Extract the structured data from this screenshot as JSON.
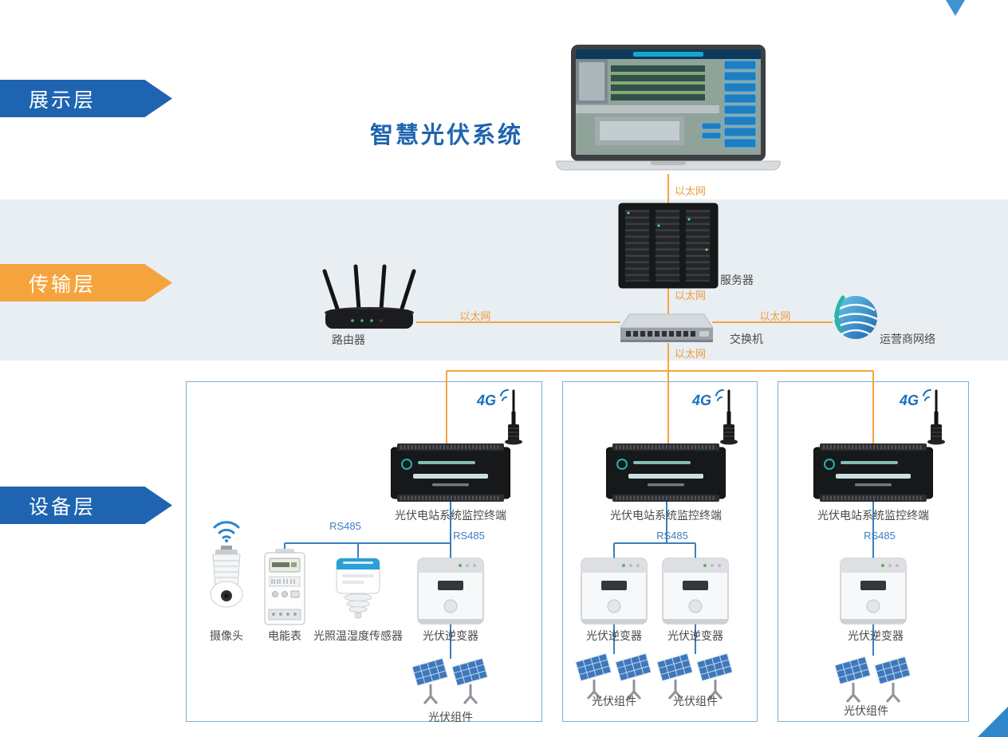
{
  "layers": {
    "display": {
      "label": "展示层"
    },
    "transmission": {
      "label": "传输层"
    },
    "device": {
      "label": "设备层"
    }
  },
  "display_layer": {
    "system_title": "智慧光伏系统"
  },
  "network": {
    "ethernet_label": "以太网",
    "rs485_label": "RS485"
  },
  "transmission_layer": {
    "router_label": "路由器",
    "server_label": "服务器",
    "switch_label": "交换机",
    "carrier_label": "运营商网络"
  },
  "device_layer": {
    "terminal_label": "光伏电站系统监控终端",
    "g4_label": "4G",
    "camera_label": "摄像头",
    "meter_label": "电能表",
    "sensor_label": "光照温湿度传感器",
    "inverter_label": "光伏逆变器",
    "pv_module_label": "光伏组件"
  },
  "colors": {
    "banner_blue": "#1e64b0",
    "banner_orange": "#f5a43d",
    "line_orange": "#f5a43d",
    "line_blue": "#3a7fc1",
    "band_background": "#e8eef2",
    "group_border": "#79b1d4",
    "title_blue": "#1e64b0"
  }
}
